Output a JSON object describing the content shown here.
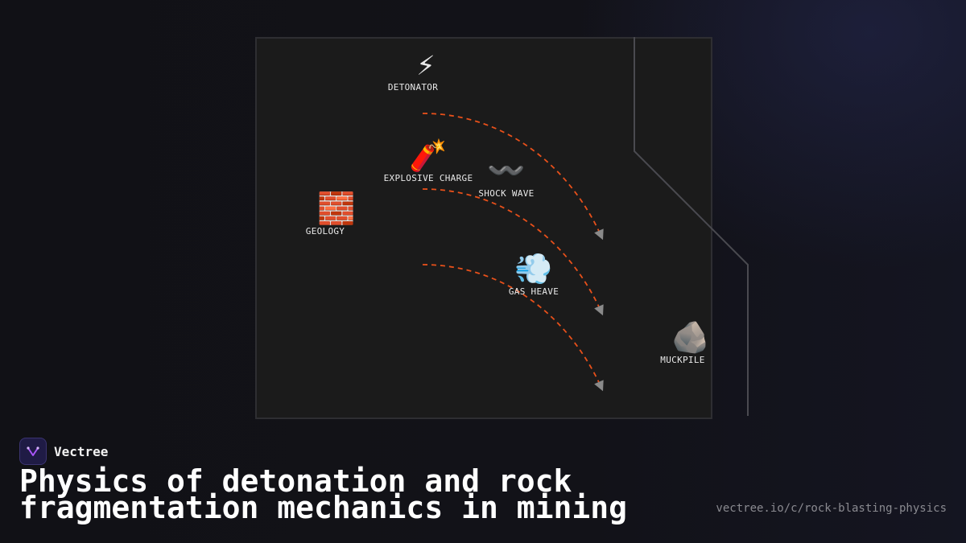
{
  "nodes": {
    "detonator": {
      "label": "DETONATOR",
      "icon": "lightning-icon",
      "glyph": "⚡"
    },
    "explosive_charge": {
      "label": "EXPLOSIVE CHARGE",
      "icon": "firecracker-icon",
      "glyph": "🧨"
    },
    "shock_wave": {
      "label": "SHOCK WAVE",
      "icon": "wavy-dash-icon",
      "glyph": "〰️"
    },
    "geology": {
      "label": "GEOLOGY",
      "icon": "brick-icon",
      "glyph": "🧱"
    },
    "gas_heave": {
      "label": "GAS HEAVE",
      "icon": "dash-symbol-icon",
      "glyph": "💨"
    },
    "muckpile": {
      "label": "MUCKPILE",
      "icon": "rock-icon",
      "glyph": "🪨"
    }
  },
  "colors": {
    "arrow": "#e8501a",
    "arrowhead": "#8a8a8a",
    "panel": "#1b1b1b",
    "connector": "#4a4a50",
    "brand_accent": "#a855f7"
  },
  "brand": {
    "name": "Vectree",
    "icon": "vectree-logo-icon"
  },
  "title": "Physics of detonation and rock fragmentation mechanics in mining",
  "url": "vectree.io/c/rock-blasting-physics"
}
